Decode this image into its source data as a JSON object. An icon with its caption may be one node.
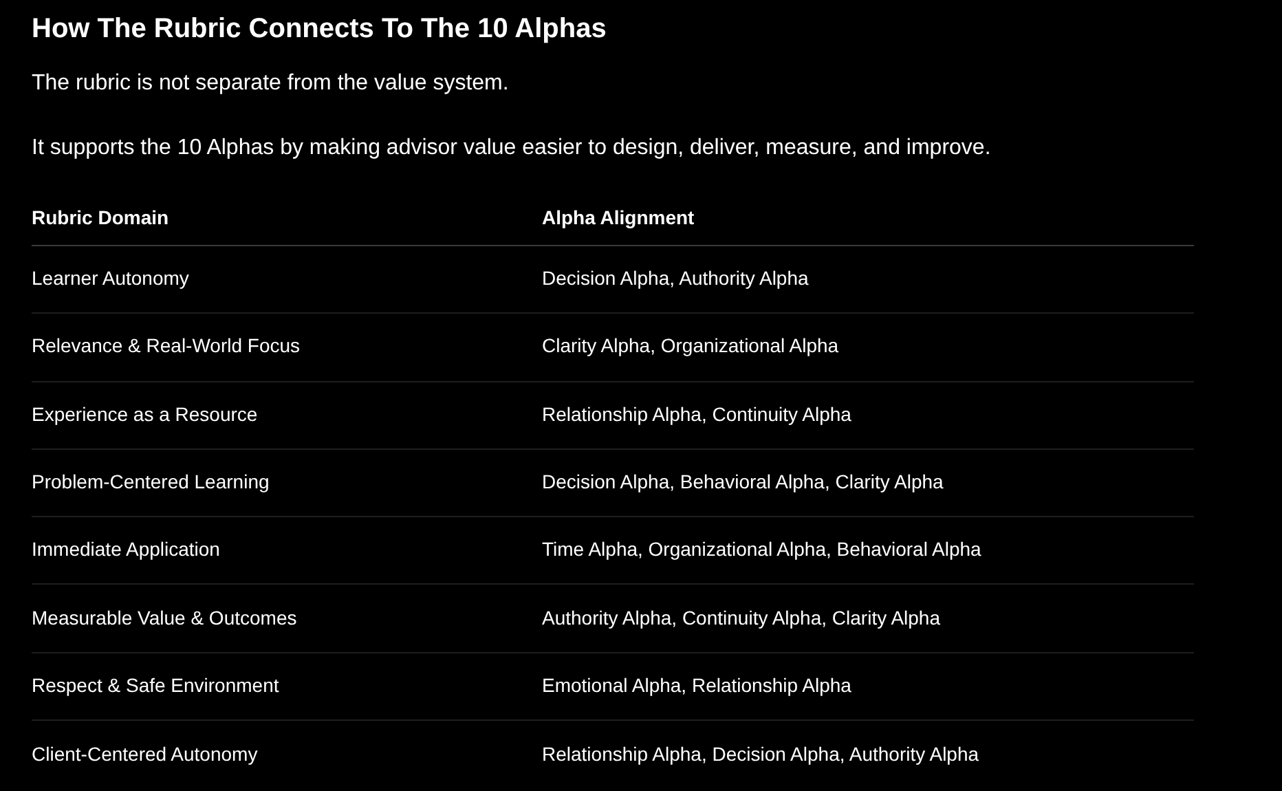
{
  "diagram": {
    "title": "How The Rubric Connects To The 10 Alphas",
    "labels": [
      "The rubric is not separate from the value system.",
      "It supports the 10 Alphas by making advisor value easier to design, deliver, measure, and improve.",
      "Rubric Domain",
      "Alpha Alignment",
      "Learner Autonomy",
      "Decision Alpha, Authority Alpha",
      "Relevance & Real-World Focus",
      "Clarity Alpha, Organizational Alpha",
      "Experience as a Resource",
      "Relationship Alpha, Continuity Alpha",
      "Problem-Centered Learning",
      "Decision Alpha, Behavioral Alpha, Clarity Alpha",
      "Immediate Application",
      "Time Alpha, Organizational Alpha, Behavioral Alpha",
      "Measurable Value & Outcomes",
      "Authority Alpha, Continuity Alpha, Clarity Alpha",
      "Respect & Safe Environment",
      "Emotional Alpha, Relationship Alpha",
      "Client-Centered Autonomy",
      "Relationship Alpha, Decision Alpha, Authority Alpha"
    ]
  }
}
